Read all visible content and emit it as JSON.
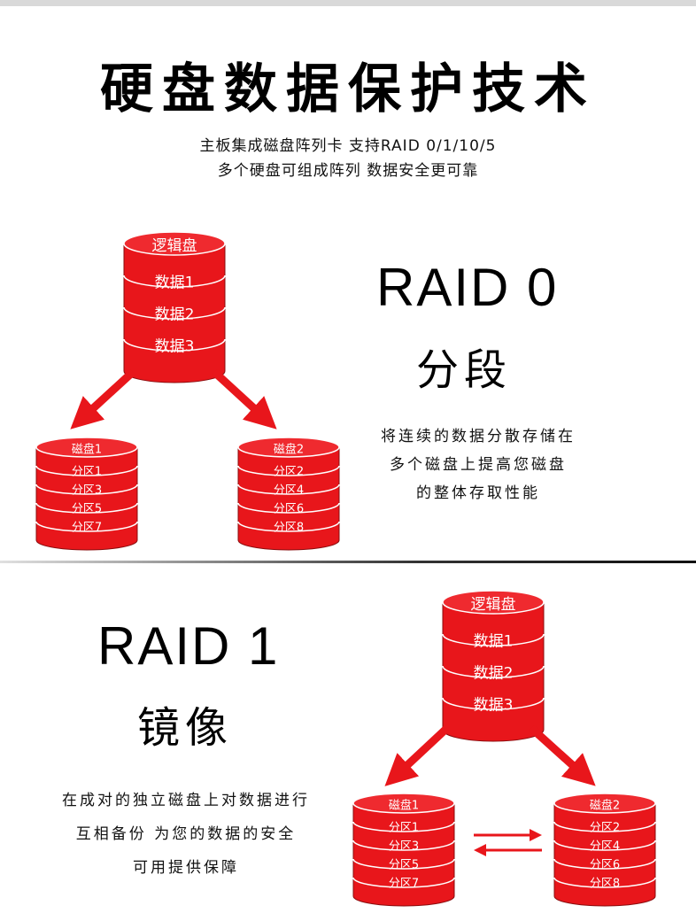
{
  "title": "硬盘数据保护技术",
  "subtitle": [
    "主板集成磁盘阵列卡 支持RAID  0/1/10/5",
    "多个硬盘可组成阵列 数据安全更可靠"
  ],
  "colors": {
    "disk_red": "#e8161b",
    "disk_top": "#ef2a2f",
    "arrow_red": "#e8161b"
  },
  "raid0": {
    "label": "RAID 0",
    "name": "分段",
    "description": [
      "将连续的数据分散存储在",
      "多个磁盘上提高您磁盘",
      "的整体存取性能"
    ],
    "logical_disk": [
      "逻辑盘",
      "数据1",
      "数据2",
      "数据3"
    ],
    "disk_a": [
      "磁盘1",
      "分区1",
      "分区3",
      "分区5",
      "分区7"
    ],
    "disk_b": [
      "磁盘2",
      "分区2",
      "分区4",
      "分区6",
      "分区8"
    ]
  },
  "raid1": {
    "label": "RAID 1",
    "name": "镜像",
    "description": [
      "在成对的独立磁盘上对数据进行",
      "互相备份 为您的数据的安全",
      "可用提供保障"
    ],
    "logical_disk": [
      "逻辑盘",
      "数据1",
      "数据2",
      "数据3"
    ],
    "disk_a": [
      "磁盘1",
      "分区1",
      "分区3",
      "分区5",
      "分区7"
    ],
    "disk_b": [
      "磁盘2",
      "分区2",
      "分区4",
      "分区6",
      "分区8"
    ]
  }
}
